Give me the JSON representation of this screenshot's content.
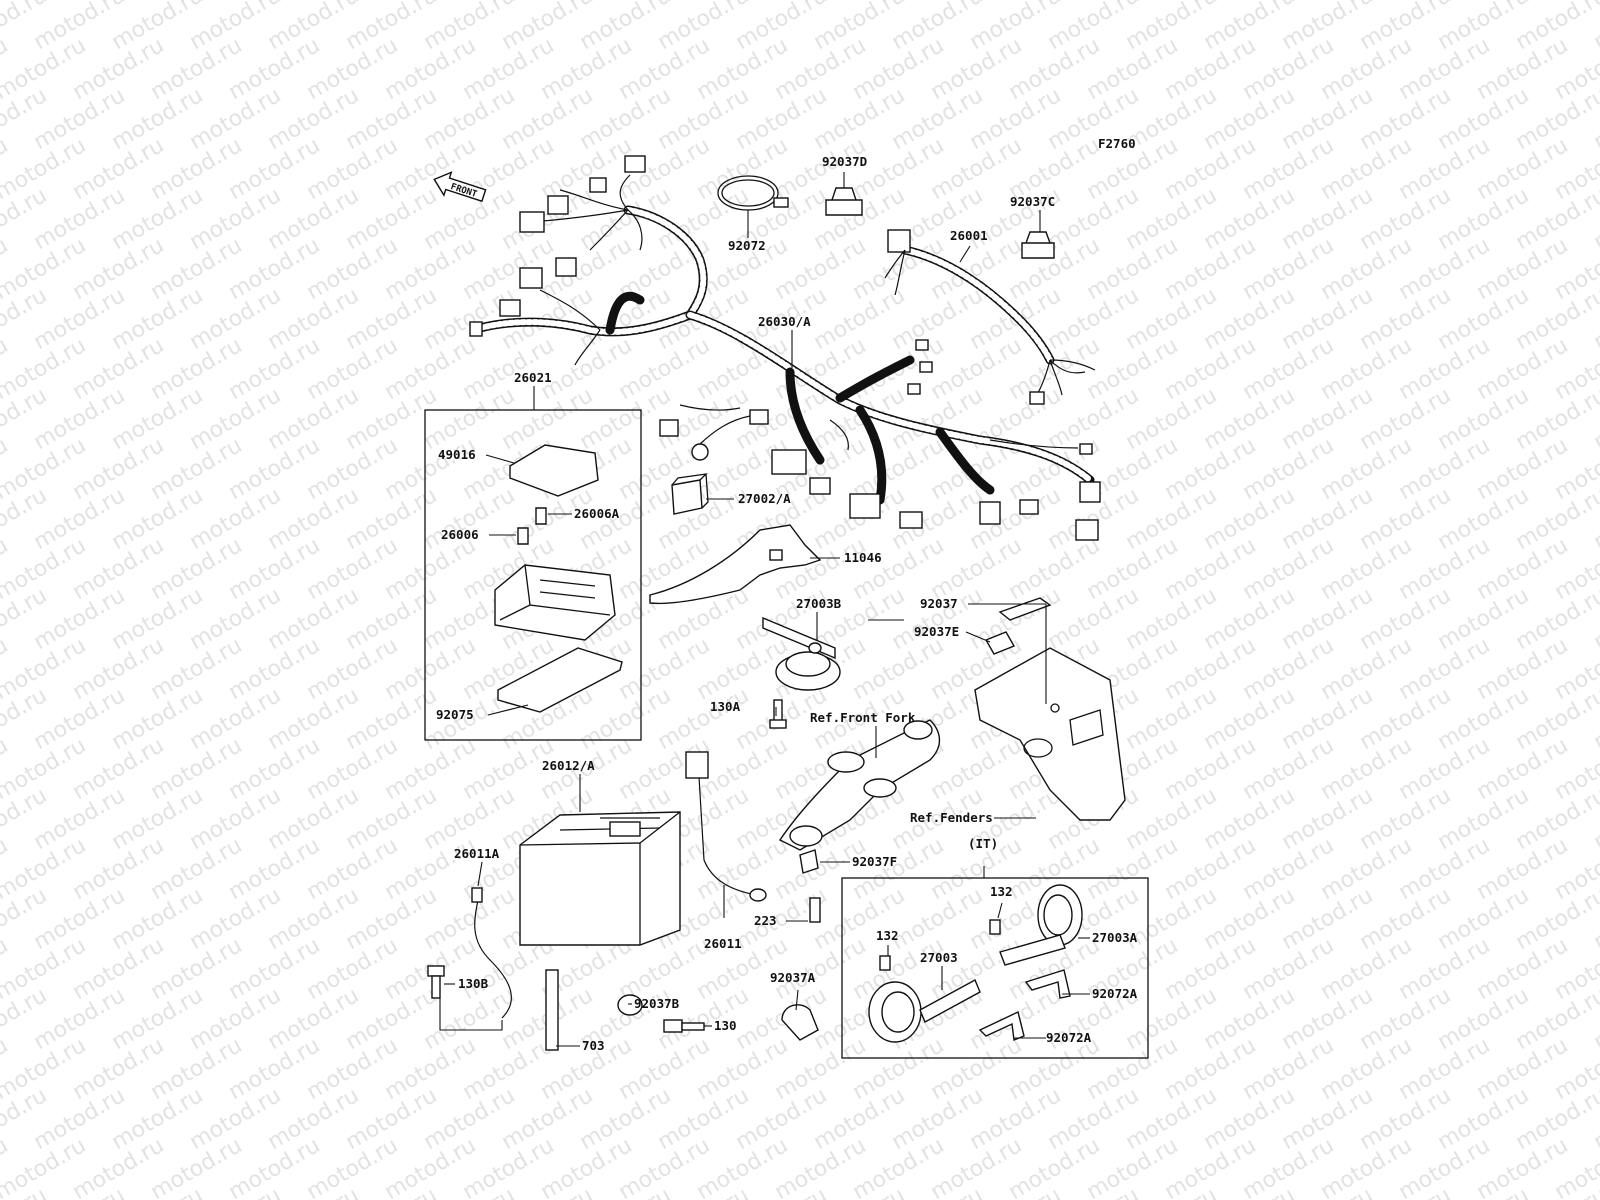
{
  "watermark": "motod.ru",
  "figure_code": "F2760",
  "front_label": "FRONT",
  "callouts": {
    "p92072": "92072",
    "p92037D": "92037D",
    "p92037C": "92037C",
    "p26001": "26001",
    "p26030A": "26030/A",
    "p26021": "26021",
    "p49016": "49016",
    "p26006A": "26006A",
    "p26006": "26006",
    "p92075": "92075",
    "p27002A": "27002/A",
    "p11046": "11046",
    "p27003B": "27003B",
    "p130A": "130A",
    "p92037": "92037",
    "p92037E": "92037E",
    "refFrontFork": "Ref.Front Fork",
    "refFenders": "Ref.Fenders",
    "p26012A": "26012/A",
    "p26011A": "26011A",
    "p26011": "26011",
    "p92037F": "92037F",
    "p223": "223",
    "p130B": "130B",
    "p92037B": "92037B",
    "p130": "130",
    "p703": "703",
    "p92037A": "92037A",
    "it": "(IT)",
    "p132a": "132",
    "p132b": "132",
    "p27003": "27003",
    "p27003A": "27003A",
    "p92072A_1": "92072A",
    "p92072A_2": "92072A"
  }
}
